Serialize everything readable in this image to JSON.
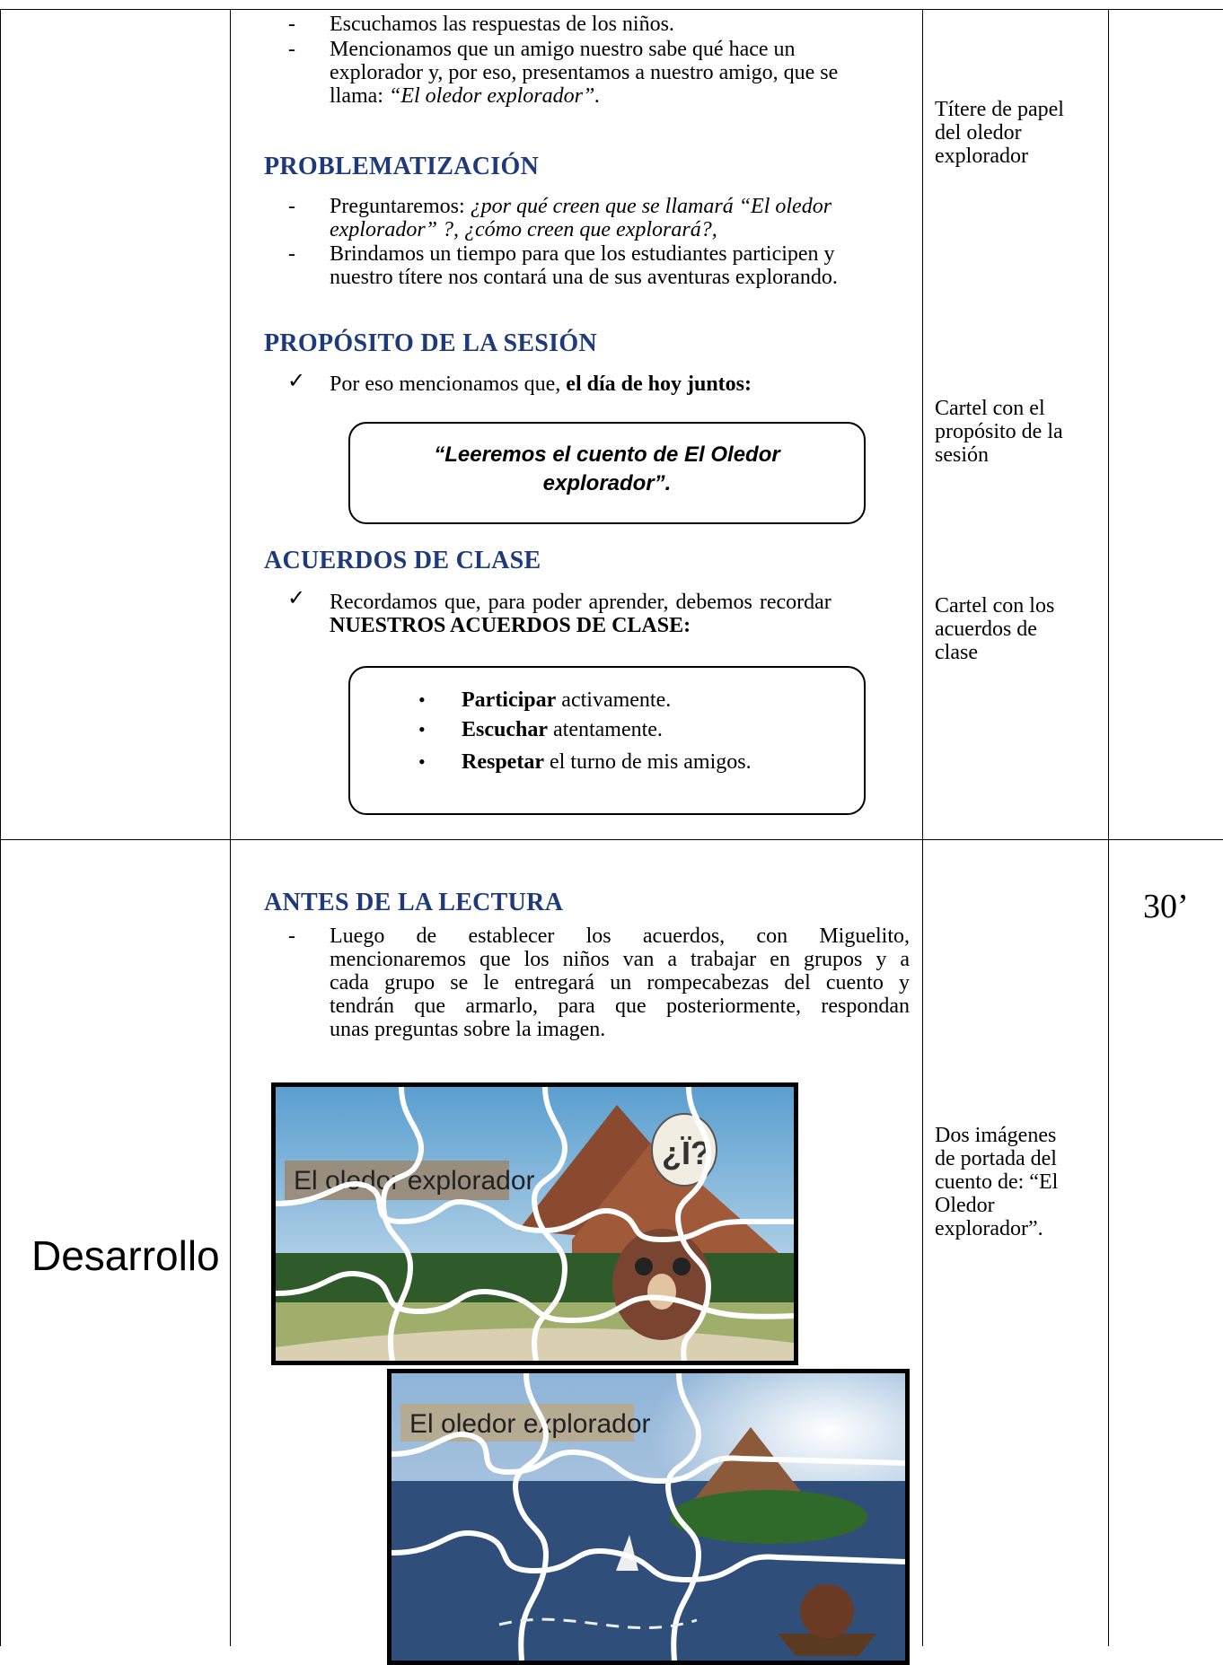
{
  "intro": {
    "items": [
      "Escuchamos las respuestas de los niños.",
      "Mencionamos que un amigo nuestro sabe qué hace un",
      "explorador y, por eso, presentamos a nuestro amigo, que se",
      "llama: ",
      "“El oledor explorador”."
    ]
  },
  "problematizacion": {
    "heading": "PROBLEMATIZACIÓN",
    "item1_prefix": "Preguntaremos: ",
    "item1_q1": "¿por qué creen que se llamará “El oledor",
    "item1_q2": "explorador” ?, ¿cómo creen que explorará?,",
    "item2_l1": "Brindamos un tiempo para que los estudiantes participen y",
    "item2_l2": "nuestro títere nos contará una de sus aventuras explorando."
  },
  "proposito": {
    "heading": "PROPÓSITO DE LA SESIÓN",
    "check_prefix": "Por eso mencionamos que, ",
    "check_bold": "el día de hoy juntos:",
    "box_l1": "“Leeremos el cuento de El Oledor",
    "box_l2": "explorador”."
  },
  "acuerdos": {
    "heading": "ACUERDOS DE CLASE",
    "check_l1": "Recordamos que, para poder aprender, debemos recordar",
    "check_l2": "NUESTROS ACUERDOS DE CLASE:",
    "list": [
      {
        "bold": "Participar",
        "rest": " activamente."
      },
      {
        "bold": "Escuchar",
        "rest": " atentamente."
      },
      {
        "bold": "Respetar",
        "rest": " el turno de mis amigos."
      }
    ]
  },
  "recursos": {
    "titere": [
      "Títere de papel",
      "del oledor",
      "explorador"
    ],
    "cartel_proposito": [
      "Cartel con el",
      "propósito de la",
      "sesión"
    ],
    "cartel_acuerdos": [
      "Cartel con los",
      "acuerdos de",
      "clase"
    ],
    "imagenes": [
      "Dos imágenes",
      "de portada del",
      "cuento de: “El",
      "Oledor",
      "explorador”."
    ]
  },
  "desarrollo": {
    "label": "Desarrollo",
    "time": "30’",
    "heading": "ANTES DE LA LECTURA",
    "para": [
      "Luego de establecer los acuerdos, con Miguelito,",
      "mencionaremos que los niños van a trabajar en grupos y a",
      "cada grupo se le entregará un rompecabezas del cuento y",
      "tendrán que armarlo, para que posteriormente, respondan",
      "unas preguntas sobre la imagen."
    ],
    "puzzle_title_1": "El oledor explorador",
    "puzzle_title_2": "El oledor explorador",
    "puzzle_sign": "¿Ï?"
  },
  "colors": {
    "heading": "#1f3a7a"
  }
}
